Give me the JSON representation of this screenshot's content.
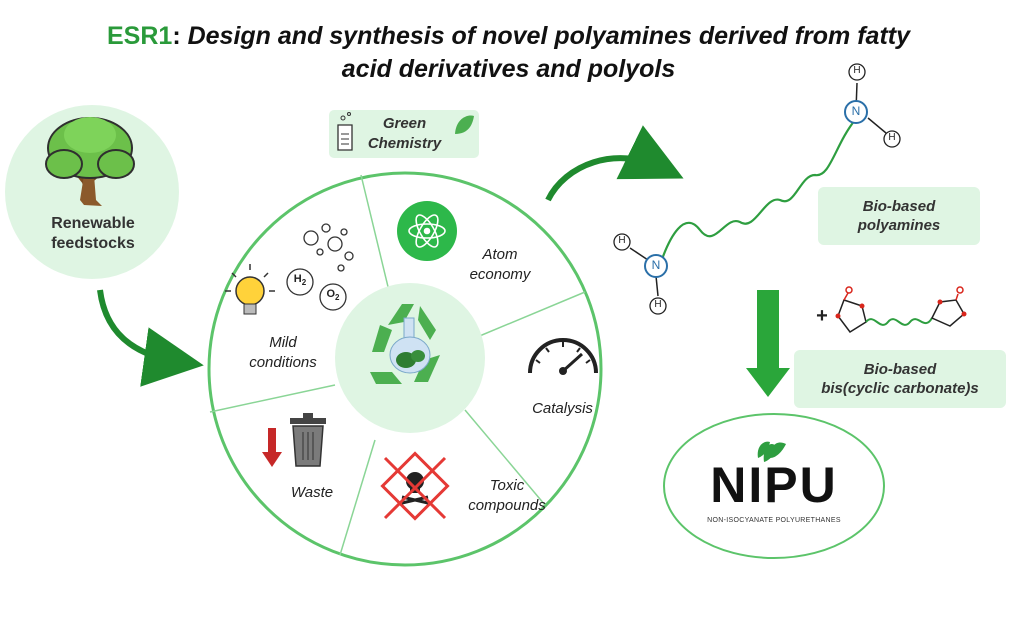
{
  "title": {
    "esr": "ESR1",
    "colon": ":",
    "line1": "Design and synthesis of novel polyamines derived from fatty",
    "line2": "acid derivatives and polyols"
  },
  "renewable": {
    "line1": "Renewable",
    "line2": "feedstocks"
  },
  "green_chemistry": {
    "line1": "Green",
    "line2": "Chemistry"
  },
  "wheel": {
    "mild": {
      "line1": "Mild",
      "line2": "conditions",
      "h2": "H",
      "h2_sub": "2",
      "o2": "O",
      "o2_sub": "2"
    },
    "atom": {
      "line1": "Atom",
      "line2": "economy"
    },
    "catalysis": "Catalysis",
    "toxic": {
      "line1": "Toxic",
      "line2": "compounds"
    },
    "waste": "Waste"
  },
  "molecule": {
    "n_top": "N",
    "n_bottom": "N",
    "h": "H"
  },
  "bio_polyamines": {
    "line1": "Bio-based",
    "line2": "polyamines"
  },
  "plus": "+",
  "bis_carbonate": {
    "line1": "Bio-based",
    "line2": "bis(cyclic carbonate)s"
  },
  "nipu": {
    "logo": "NIPU",
    "subtitle": "NON-ISOCYANATE POLYURETHANES"
  },
  "colors": {
    "esr_green": "#2a9a3a",
    "light_green": "#dff5e3",
    "mid_green": "#5cc46a",
    "dark_green": "#1f8a2e",
    "nitrogen_blue": "#2a6fa8",
    "oxygen_red": "#d9261c"
  },
  "icons": [
    "tree-icon",
    "beaker-icon",
    "leaf-icon",
    "lightbulb-icon",
    "bubbles-icon",
    "atom-icon",
    "gauge-icon",
    "skull-warning-icon",
    "trash-can-icon",
    "down-arrow-icon",
    "recycle-flask-icon",
    "lotus-icon"
  ]
}
